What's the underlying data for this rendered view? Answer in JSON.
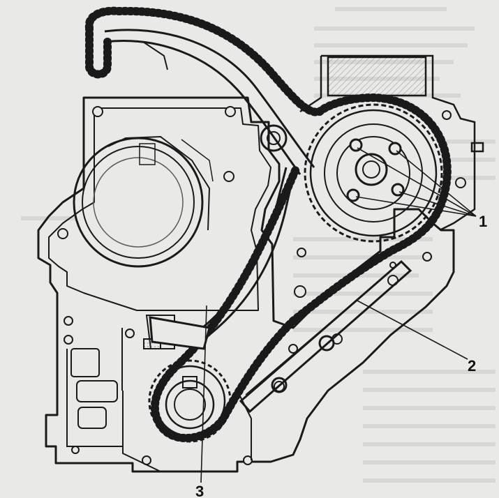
{
  "figure": {
    "callouts": [
      {
        "label": "1"
      },
      {
        "label": "2"
      },
      {
        "label": "3"
      }
    ],
    "colors": {
      "paper": "#e9e9e7",
      "ink": "#1a1a1a",
      "faded_text": "#9a9a98",
      "shade": "#b9b9b7"
    }
  }
}
